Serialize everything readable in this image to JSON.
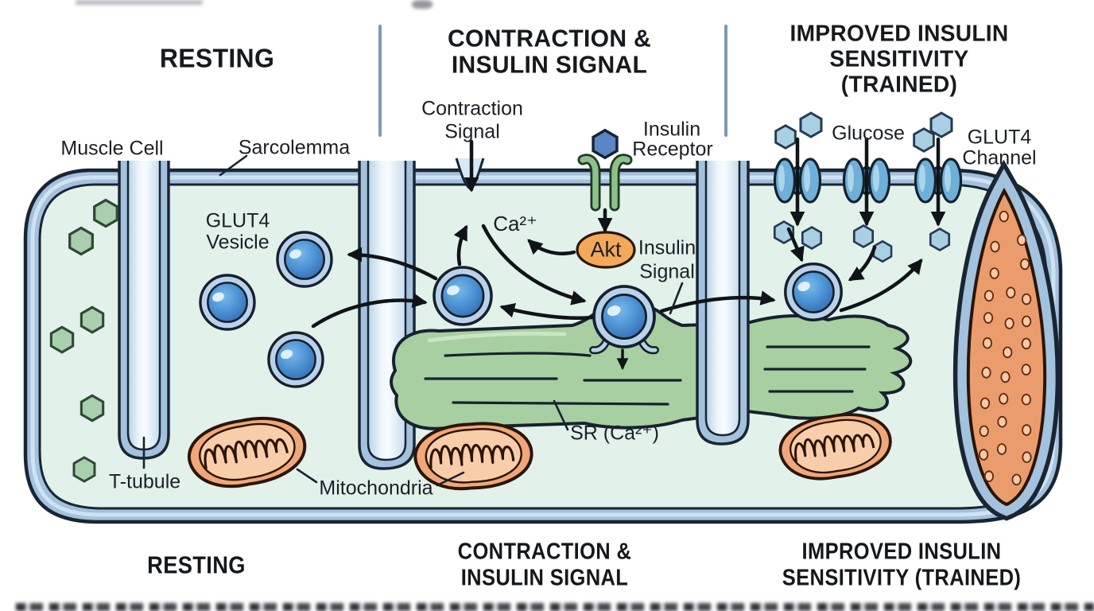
{
  "headers": {
    "top": [
      {
        "lines": [
          "RESTING"
        ]
      },
      {
        "lines": [
          "CONTRACTION &",
          "INSULIN SIGNAL"
        ]
      },
      {
        "lines": [
          "IMPROVED INSULIN",
          "SENSITIVITY",
          "(TRAINED)"
        ]
      }
    ],
    "bottom": [
      {
        "lines": [
          "RESTING"
        ]
      },
      {
        "lines": [
          "CONTRACTION &",
          "INSULIN SIGNAL"
        ]
      },
      {
        "lines": [
          "IMPROVED INSULIN",
          "SENSITIVITY (TRAINED)"
        ]
      }
    ]
  },
  "labels": {
    "muscle_cell": "Muscle Cell",
    "sarcolemma": "Sarcolemma",
    "contraction_signal": {
      "line1": "Contraction",
      "line2": "Signal"
    },
    "insulin_receptor": {
      "line1": "Insulin",
      "line2": "Receptor"
    },
    "glucose": "Glucose",
    "glut4_channel": {
      "line1": "GLUT4",
      "line2": "Channel"
    },
    "glut4_vesicle": {
      "line1": "GLUT4",
      "line2": "Vesicle"
    },
    "calcium": "Ca²⁺",
    "akt": "Akt",
    "insulin_signal": {
      "line1": "Insulin",
      "line2": "Signal"
    },
    "sr": "SR (Ca²⁺)",
    "t_tubule": "T-tubule",
    "mitochondria": "Mitochondria"
  },
  "colors": {
    "membrane_band": "#a3c2dd",
    "membrane_outline": "#1a2533",
    "membrane_highlight": "#cfe2f1",
    "cell_interior": "#e2f1ea",
    "sr_green": "#a7cfa2",
    "mitochondria_outer": "#f0a779",
    "mitochondria_inner": "#f8cda9",
    "mitochondria_outline": "#2a1508",
    "myofibril_fill": "#eb9c6d",
    "myofibril_dot": "#f7c9a4",
    "vesicle_ring": "#b9d2e9",
    "vesicle_core": "#3f83c9",
    "hexagon_blue": "#a9cfe3",
    "hexagon_green": "#a9cfae",
    "receptor_green": "#8cc18c",
    "insulin_blue": "#5b86c6",
    "akt_orange": "#f3a959",
    "arrow": "#101418",
    "divider": "#7e99b2",
    "text": "#1b2026"
  }
}
